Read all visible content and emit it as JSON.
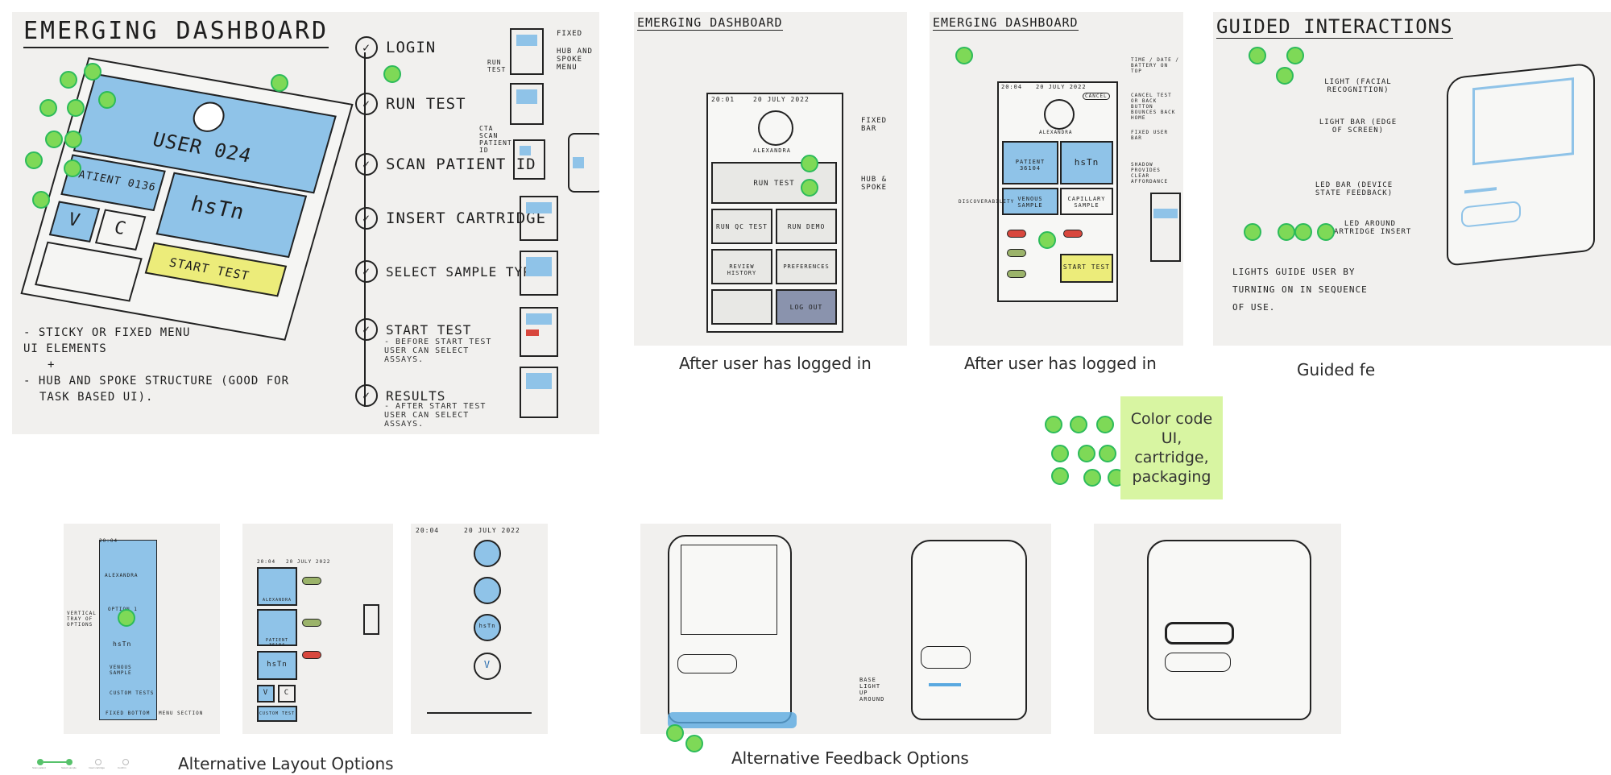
{
  "board1": {
    "title": "EMERGING DASHBOARD",
    "user": "USER 024",
    "patient": "PATIENT 0136",
    "hstn": "hsTn",
    "start_test": "START TEST",
    "v_label": "V",
    "c_label": "C",
    "notes": [
      "- STICKY OR FIXED MENU",
      "UI ELEMENTS",
      "+",
      "- HUB AND SPOKE STRUCTURE (GOOD FOR",
      "TASK BASED UI)."
    ],
    "steps": [
      {
        "label": "LOGIN",
        "note": ""
      },
      {
        "label": "RUN TEST",
        "note": ""
      },
      {
        "label": "SCAN PATIENT ID",
        "note": ""
      },
      {
        "label": "INSERT CARTRIDGE",
        "note": ""
      },
      {
        "label": "SELECT SAMPLE TYPE",
        "note": ""
      },
      {
        "label": "START TEST",
        "note": "- BEFORE START TEST USER CAN SELECT ASSAYS."
      },
      {
        "label": "RESULTS",
        "note": "- AFTER START TEST USER CAN SELECT ASSAYS."
      }
    ],
    "side_notes": [
      "FIXED",
      "HUB AND SPOKE MENU",
      "RUN TEST",
      "CTA SCAN PATIENT ID"
    ]
  },
  "board2": {
    "title": "EMERGING DASHBOARD",
    "time": "20:01",
    "date": "20 JULY 2022",
    "user": "ALEXANDRA",
    "buttons": [
      "RUN TEST",
      "RUN QC TEST",
      "RUN DEMO",
      "REVIEW HISTORY",
      "PREFERENCES",
      "",
      "LOG OUT"
    ],
    "annotations": [
      "FIXED BAR",
      "HUB & SPOKE"
    ],
    "caption": "After user has logged in"
  },
  "board3": {
    "title": "EMERGING DASHBOARD",
    "time": "20:04",
    "date": "20 JULY 2022",
    "user": "ALEXANDRA",
    "cancel": "CANCEL",
    "patient": "PATIENT 36104",
    "hstn": "hsTn",
    "venous": "VENOUS SAMPLE",
    "capillary": "CAPILLARY SAMPLE",
    "start_test": "START TEST",
    "annotations": [
      "TIME / DATE / BATTERY ON TOP",
      "CANCEL TEST OR BACK BUTTON BOUNCES BACK HOME",
      "FIXED USER BAR",
      "SHADOW PROVIDES CLEAR AFFORDANCE",
      "DISCOVERABILITY"
    ],
    "caption": "After user has logged in"
  },
  "board4": {
    "title": "GUIDED INTERACTIONS",
    "labels": [
      "LIGHT (FACIAL RECOGNITION)",
      "LIGHT BAR (EDGE OF SCREEN)",
      "LED BAR (DEVICE STATE FEEDBACK)",
      "LED AROUND CARTRIDGE INSERT"
    ],
    "notes": [
      "LIGHTS GUIDE USER BY",
      "TURNING ON IN SEQUENCE",
      "OF USE."
    ],
    "caption": "Guided fe"
  },
  "sticky": {
    "text": "Color code UI, cartridge, packaging"
  },
  "layout_options": {
    "caption": "Alternative Layout Options",
    "s1": {
      "time": "20:04",
      "items": [
        "ALEXANDRA",
        "OPTION 1",
        "hsTn",
        "VENOUS SAMPLE",
        "CUSTOM TESTS"
      ],
      "notes": [
        "VERTICAL TRAY OF OPTIONS",
        "FIXED BOTTOM",
        "MENU SECTION"
      ]
    },
    "s2": {
      "time": "20:04",
      "date": "20 JULY 2022",
      "items": [
        "ALEXANDRA",
        "PATIENT 36104",
        "hsTn",
        "V",
        "C",
        "CUSTOM TEST"
      ]
    },
    "s3": {
      "time": "20:04",
      "date": "20 JULY 2022",
      "items": [
        "hsTn",
        "V"
      ]
    },
    "progress": [
      "Scan patient",
      "Select sample",
      "Insert cartridge",
      "Confirm"
    ]
  },
  "feedback_options": {
    "caption": "Alternative Feedback Options",
    "notes": [
      "BASE LIGHT UP AROUND"
    ]
  },
  "colors": {
    "dot_fill": "#7ed957",
    "dot_border": "#2dbb5a",
    "marker_blue": "#8fc3e8",
    "marker_yellow": "#ecec7a",
    "sticky": "#d8f5a2"
  }
}
